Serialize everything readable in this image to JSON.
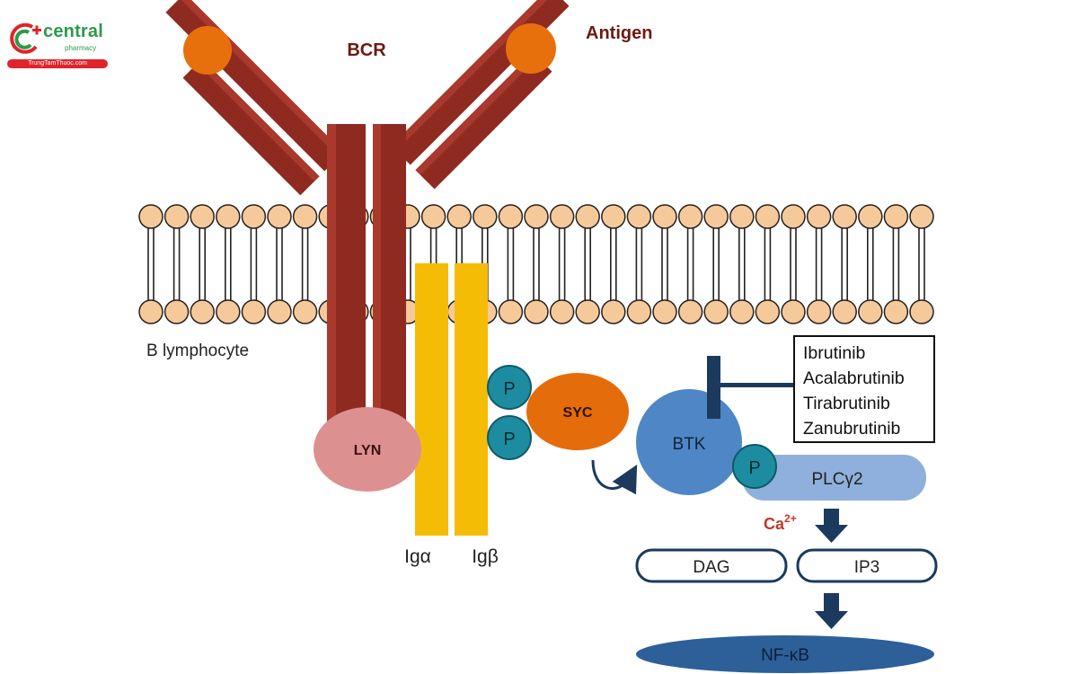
{
  "logo": {
    "title": "central",
    "subtitle": "pharmacy",
    "bar_text": "TrungTamThuoc.com",
    "brand_green": "#2e9a4a",
    "brand_red": "#e0242b"
  },
  "labels": {
    "bcr": "BCR",
    "antigen": "Antigen",
    "cell": "B lymphocyte",
    "lyn": "LYN",
    "ig_alpha": "Igα",
    "ig_beta": "Igβ",
    "syc": "SYC",
    "phospho": "P",
    "btk": "BTK",
    "plc": "PLCγ2",
    "calcium": "Ca",
    "calcium_sup": "2+",
    "dag": "DAG",
    "ip3": "IP3",
    "nfkb": "NF-κB"
  },
  "inhibitors": [
    "Ibrutinib",
    "Acalabrutinib",
    "Tirabrutinib",
    "Zanubrutinib"
  ],
  "colors": {
    "receptor": "#8e2a20",
    "antigen": "#e8700c",
    "membrane_head": "#f6c99a",
    "lyn": "#dd9090",
    "ig_chain": "#f5bc05",
    "syc": "#e46c0a",
    "phospho": "#1e8ca0",
    "btk": "#4f86c6",
    "plc": "#8fb0dc",
    "nfkb": "#2d5f99",
    "arrow": "#1b3a5e",
    "label_dark_red": "#6b1a12"
  }
}
